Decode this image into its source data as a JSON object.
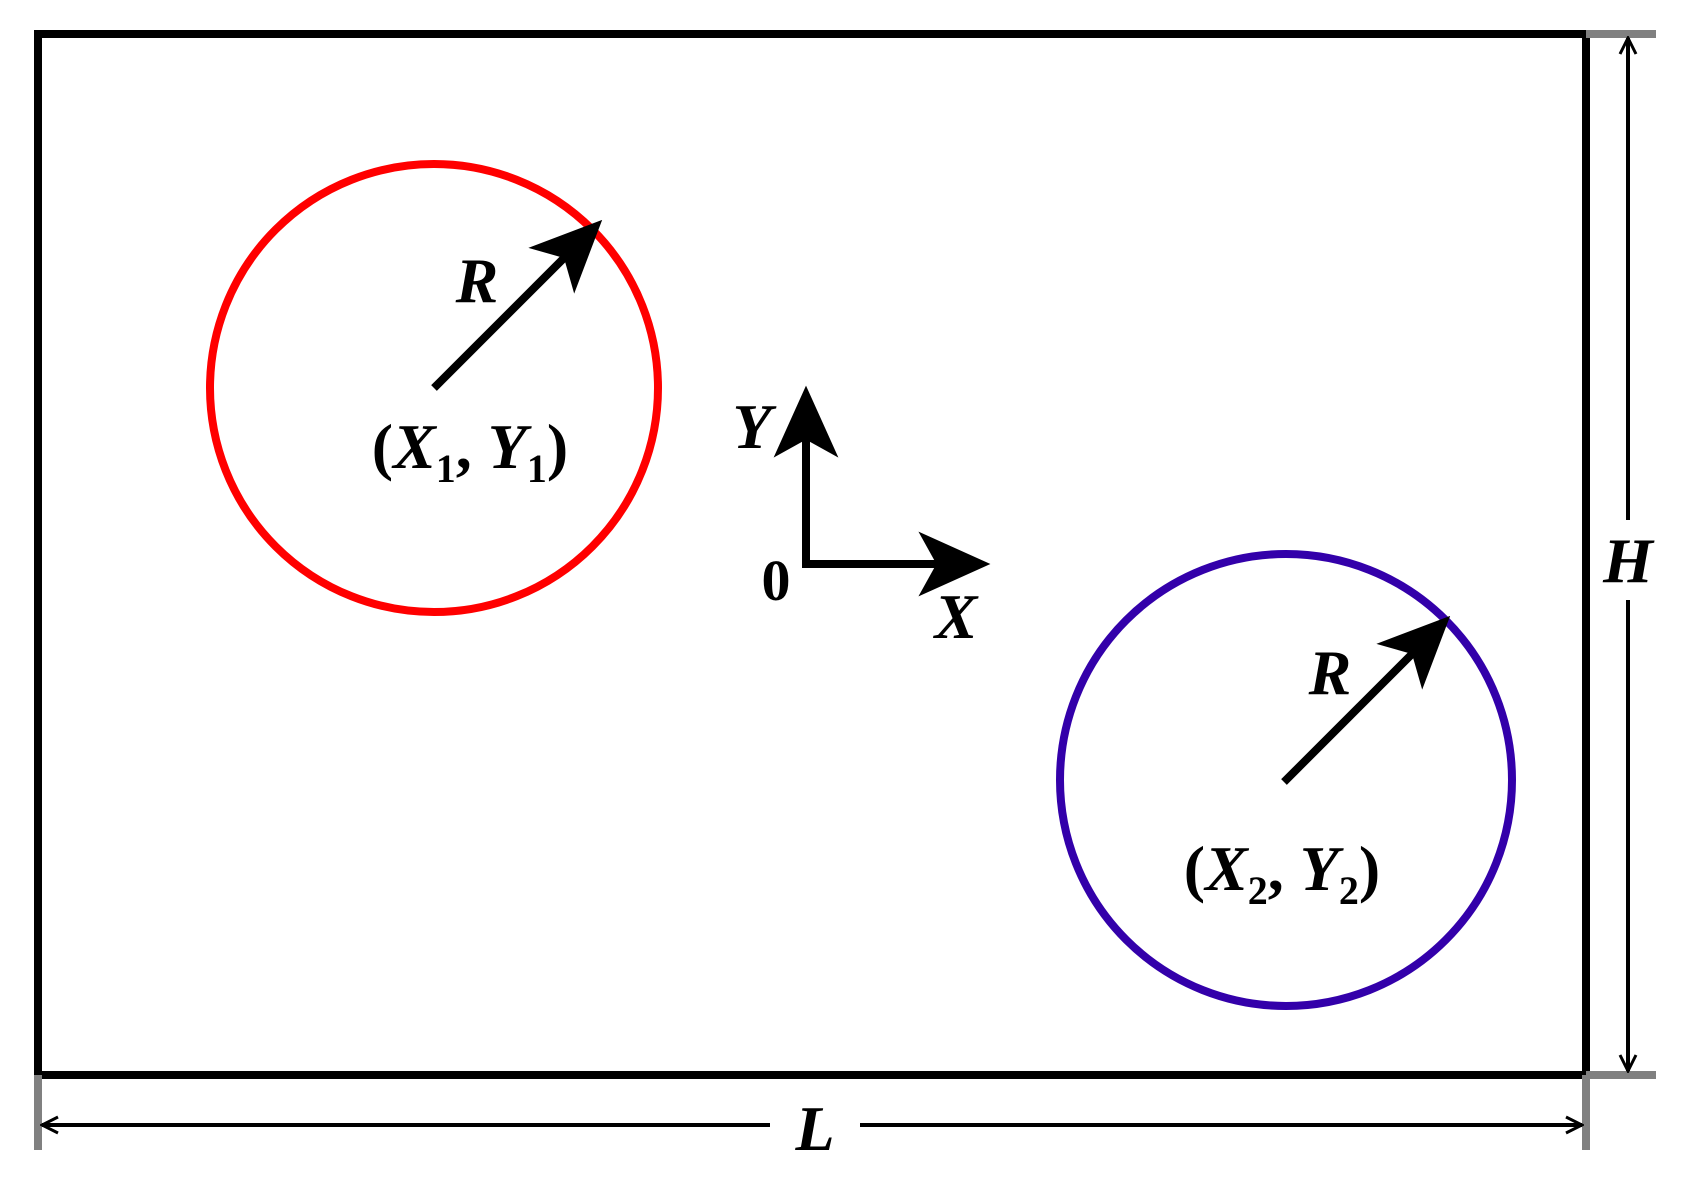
{
  "labels": {
    "length": "L",
    "height": "H",
    "radius_1": "R",
    "radius_2": "R",
    "origin": "0",
    "x_axis": "X",
    "y_axis": "Y"
  },
  "center_1": {
    "open": "(",
    "x_symbol": "X",
    "x_sub": "1",
    "sep": ", ",
    "y_symbol": "Y",
    "y_sub": "1",
    "close": ")"
  },
  "center_2": {
    "open": "(",
    "x_symbol": "X",
    "x_sub": "2",
    "sep": ", ",
    "y_symbol": "Y",
    "y_sub": "2",
    "close": ")"
  },
  "colors": {
    "domain_border": "#000000",
    "circle_1": "#ff0000",
    "circle_2": "#3300aa",
    "extension_lines": "#808080",
    "arrows": "#000000"
  }
}
